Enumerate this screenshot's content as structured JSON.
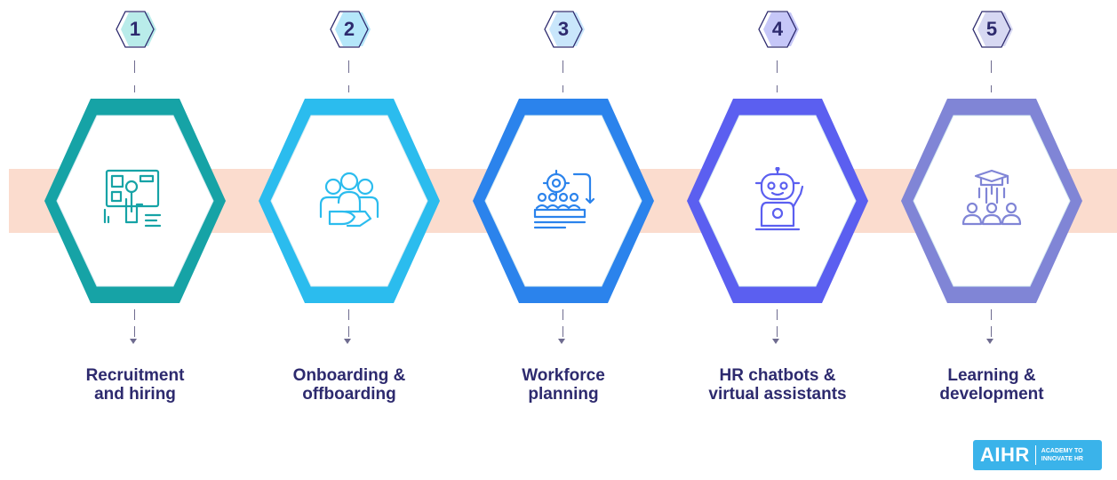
{
  "steps": [
    {
      "number": "1",
      "label_lines": [
        "Recruitment",
        "and hiring"
      ],
      "color": "#16a3a6",
      "badge_tint": "#b9ecea",
      "icon": "recruitment-icon"
    },
    {
      "number": "2",
      "label_lines": [
        "Onboarding &",
        "offboarding"
      ],
      "color": "#2bbcee",
      "badge_tint": "#b5e7fa",
      "icon": "onboarding-team-icon"
    },
    {
      "number": "3",
      "label_lines": [
        "Workforce",
        "planning"
      ],
      "color": "#2b83ec",
      "badge_tint": "#c9e6fb",
      "icon": "workforce-planning-icon"
    },
    {
      "number": "4",
      "label_lines": [
        "HR chatbots &",
        "virtual assistants"
      ],
      "color": "#5b5ff0",
      "badge_tint": "#c6c7f8",
      "icon": "robot-chatbot-icon"
    },
    {
      "number": "5",
      "label_lines": [
        "Learning &",
        "development"
      ],
      "color": "#8085d6",
      "badge_tint": "#d7d8f2",
      "icon": "learning-graduation-icon"
    }
  ],
  "logo": {
    "brand": "AIHR",
    "tagline_lines": [
      "ACADEMY TO",
      "INNOVATE HR"
    ]
  }
}
